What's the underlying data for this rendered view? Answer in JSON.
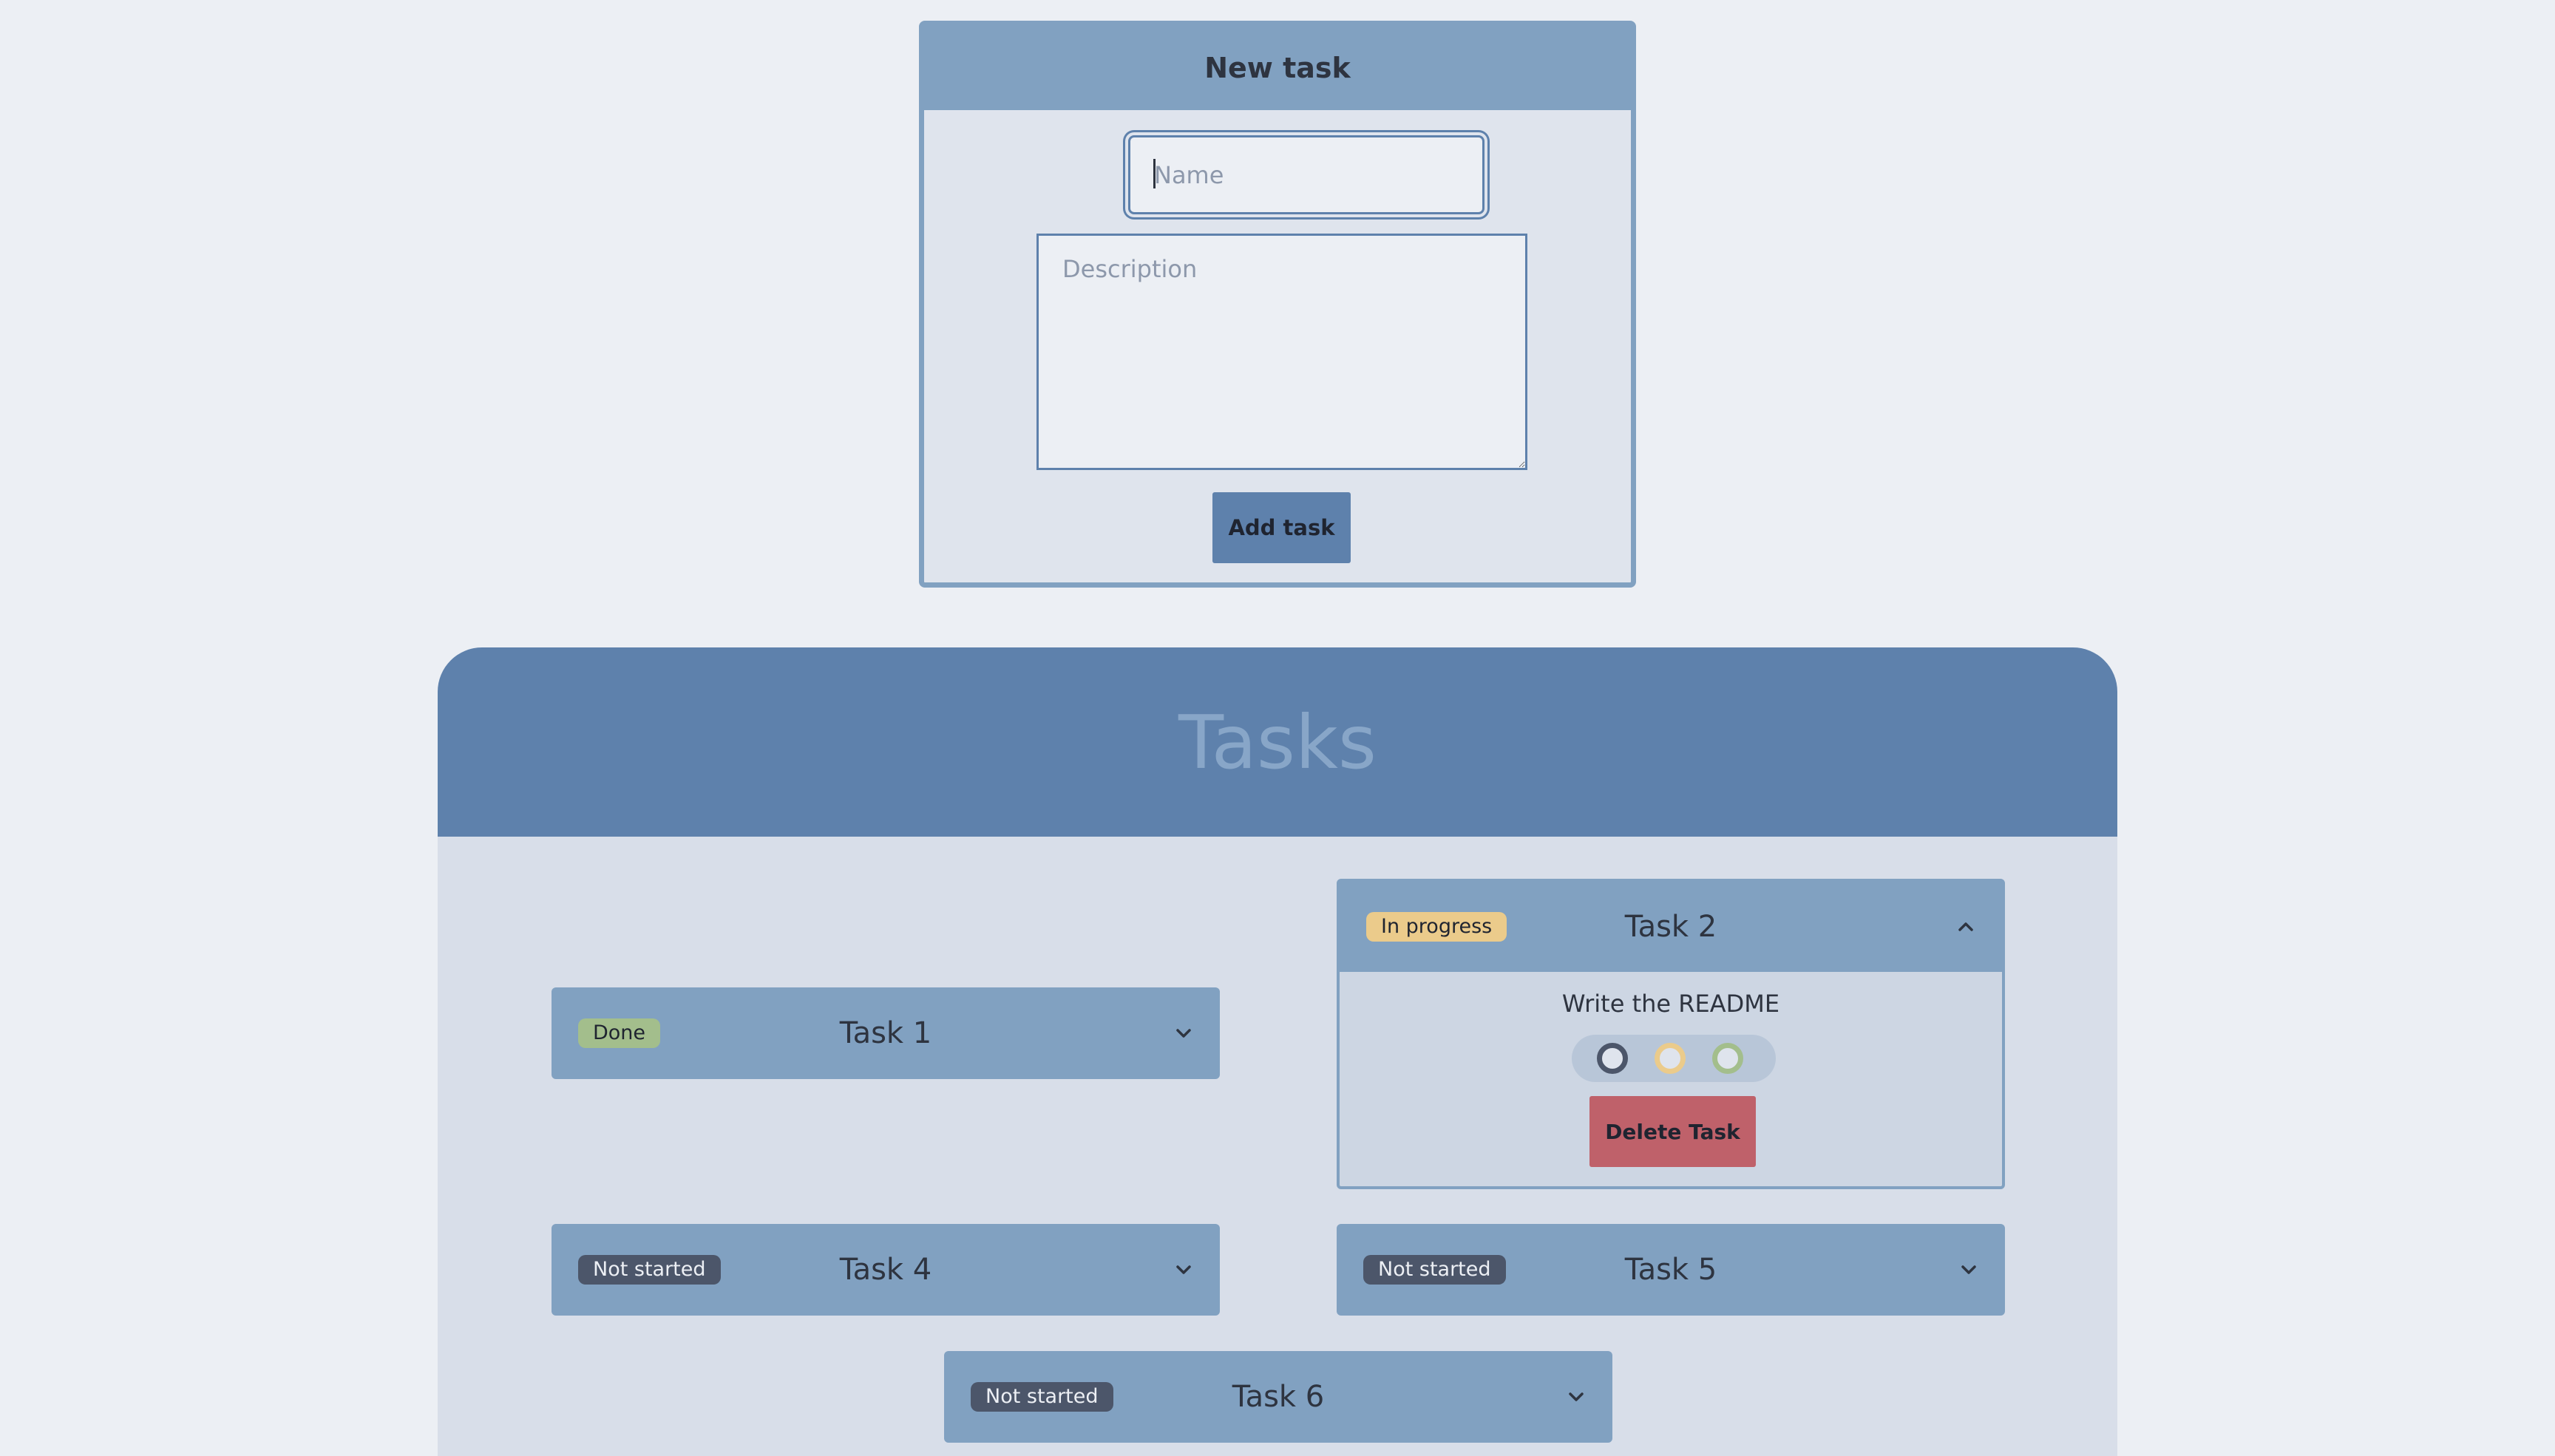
{
  "form": {
    "title": "New task",
    "name_placeholder": "Name",
    "description_placeholder": "Description",
    "add_button_label": "Add task"
  },
  "tasks_panel": {
    "title": "Tasks"
  },
  "tasks": [
    {
      "name": "Task 1",
      "status": "Done",
      "expanded": false
    },
    {
      "name": "Task 2",
      "status": "In progress",
      "expanded": true,
      "description": "Write the README",
      "status_options": [
        "Not started",
        "In progress",
        "Done"
      ],
      "delete_label": "Delete Task"
    },
    {
      "name": "Task 4",
      "status": "Not started",
      "expanded": false
    },
    {
      "name": "Task 5",
      "status": "Not started",
      "expanded": false
    },
    {
      "name": "Task 6",
      "status": "Not started",
      "expanded": false
    }
  ],
  "colors": {
    "page_background": "#eceff4",
    "panel_header": "#5e81ac",
    "card": "#81a1c1",
    "done": "#a3be8c",
    "in_progress": "#ebcb8b",
    "not_started": "#4c566a",
    "delete": "#bf616a"
  }
}
